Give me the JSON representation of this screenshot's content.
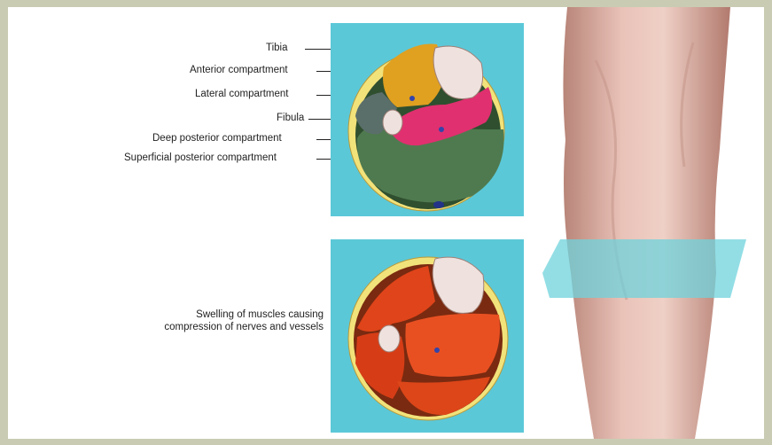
{
  "labels": {
    "tibia": "Tibia",
    "anterior": "Anterior compartment",
    "lateral": "Lateral compartment",
    "fibula": "Fibula",
    "deep_posterior": "Deep posterior compartment",
    "superficial_posterior": "Superficial posterior compartment",
    "swelling": "Swelling of muscles causing compression of nerves and vessels"
  },
  "colors": {
    "panel_bg": "#5bc8d8",
    "skin_ring": "#f2e27a",
    "anterior": "#e0a020",
    "lateral": "#5a6e6a",
    "deep_posterior": "#e0306f",
    "superficial_posterior": "#4f7a4f",
    "bone": "#efe2de",
    "swollen_muscle": "#e0441a",
    "leg_skin": "#e3b7ac",
    "cut_plane": "#6fd3dc"
  },
  "icons": {
    "leg": "leg-illustration",
    "normal_section": "normal-cross-section",
    "swollen_section": "swollen-cross-section"
  }
}
